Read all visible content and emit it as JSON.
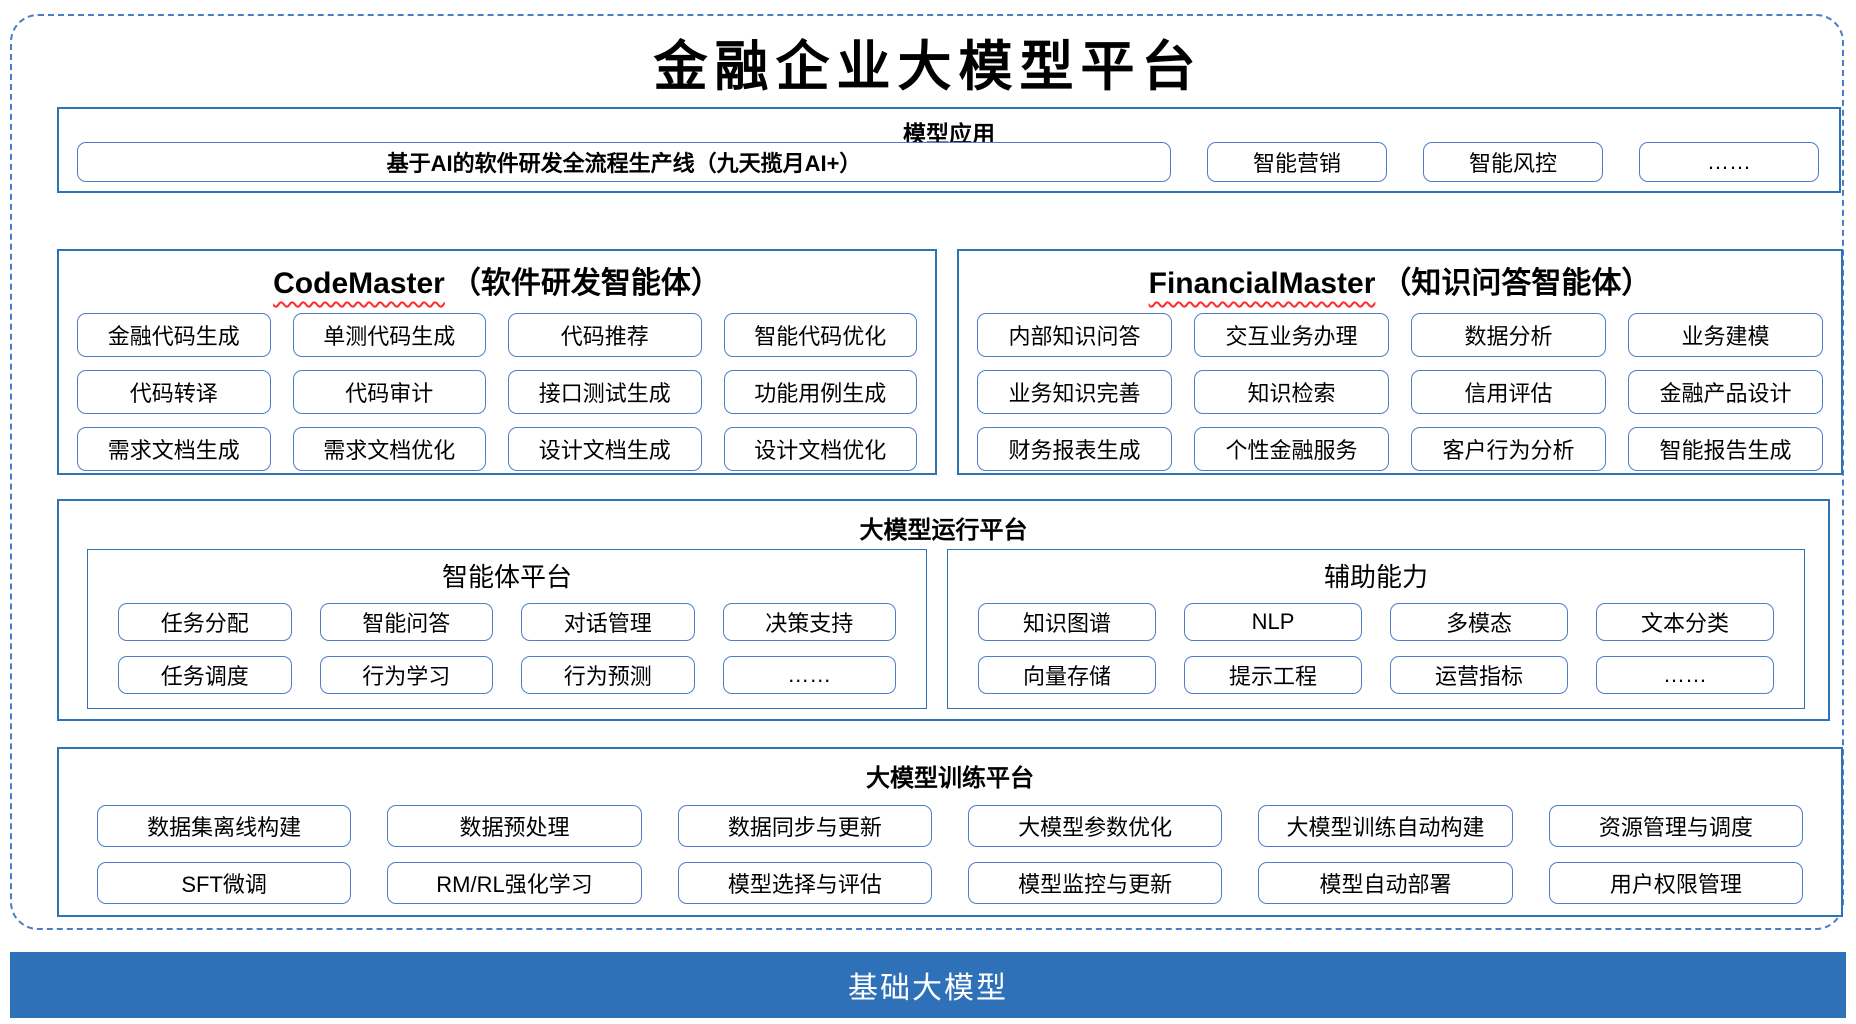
{
  "title": "金融企业大模型平台",
  "colors": {
    "section_border": "#2E74B5",
    "pill_border": "#4E7FC6",
    "dashed_border": "#4A7CC7",
    "bar_bg": "#2E71B8",
    "squiggle_red": "#FF2B2B"
  },
  "sections": {
    "model_app": {
      "title": "模型应用",
      "main_item": "基于AI的软件研发全流程生产线（九天揽月AI+）",
      "items": [
        "智能营销",
        "智能风控",
        "……"
      ]
    },
    "code_master": {
      "title_en": "CodeMaster",
      "title_zh": "（软件研发智能体）",
      "items": [
        "金融代码生成",
        "单测代码生成",
        "代码推荐",
        "智能代码优化",
        "代码转译",
        "代码审计",
        "接口测试生成",
        "功能用例生成",
        "需求文档生成",
        "需求文档优化",
        "设计文档生成",
        "设计文档优化"
      ]
    },
    "financial_master": {
      "title_en": "FinancialMaster",
      "title_zh": "（知识问答智能体）",
      "items": [
        "内部知识问答",
        "交互业务办理",
        "数据分析",
        "业务建模",
        "业务知识完善",
        "知识检索",
        "信用评估",
        "金融产品设计",
        "财务报表生成",
        "个性金融服务",
        "客户行为分析",
        "智能报告生成"
      ]
    },
    "runtime": {
      "title": "大模型运行平台",
      "agent_platform": {
        "title": "智能体平台",
        "items": [
          "任务分配",
          "智能问答",
          "对话管理",
          "决策支持",
          "任务调度",
          "行为学习",
          "行为预测",
          "……"
        ]
      },
      "auxiliary": {
        "title": "辅助能力",
        "items": [
          "知识图谱",
          "NLP",
          "多模态",
          "文本分类",
          "向量存储",
          "提示工程",
          "运营指标",
          "……"
        ]
      }
    },
    "training": {
      "title": "大模型训练平台",
      "items": [
        "数据集离线构建",
        "数据预处理",
        "数据同步与更新",
        "大模型参数优化",
        "大模型训练自动构建",
        "资源管理与调度",
        "SFT微调",
        "RM/RL强化学习",
        "模型选择与评估",
        "模型监控与更新",
        "模型自动部署",
        "用户权限管理"
      ]
    },
    "foundation": {
      "title": "基础大模型"
    }
  }
}
